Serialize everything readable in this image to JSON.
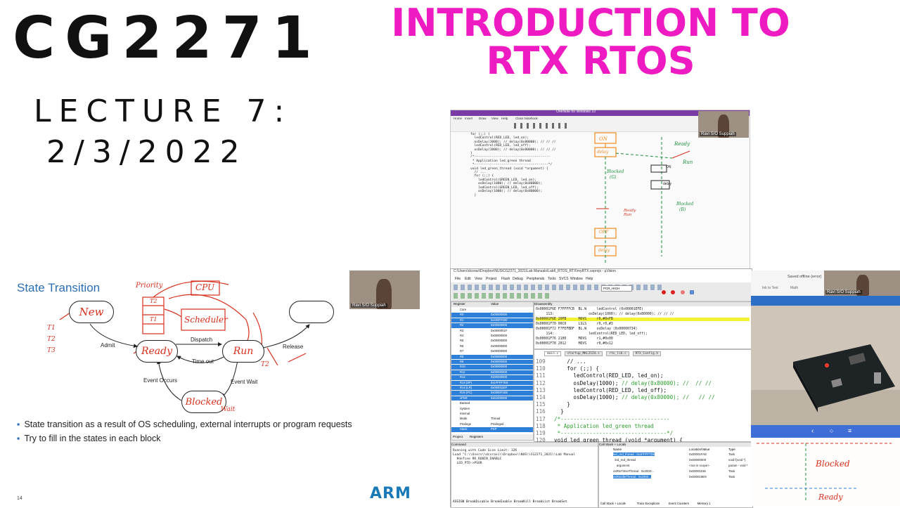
{
  "header": {
    "course": "CG2271",
    "lecture": "LECTURE 7:",
    "date": "2/3/2022",
    "title_line1": "INTRODUCTION TO",
    "title_line2": "RTX RTOS"
  },
  "slide": {
    "title": "State Transition",
    "states": {
      "new": "New",
      "ready": "Ready",
      "run": "Run",
      "blocked": "Blocked"
    },
    "transitions": {
      "admit": "Admit",
      "dispatch": "Dispatch",
      "time_out": "Time out",
      "release": "Release",
      "event_occurs": "Event Occurs",
      "event_wait": "Event Wait"
    },
    "annotations": {
      "priority": "Priority",
      "cpu": "CPU",
      "scheduler": "Scheduler",
      "t1": "T1",
      "t2": "T2",
      "t3": "T3",
      "wait": "Wait"
    },
    "bullets": [
      "State transition as a result of OS scheduling, external interrupts or program requests",
      "Try to fill in the states in each block"
    ],
    "page_number": "14",
    "logo": "ARM"
  },
  "videos": {
    "slide_cam_label": "Ravi S/O Suppiah",
    "onenote_cam_label": "Ravi S/O Suppiah",
    "phone_cam_label": "Ravi S/O Suppiah"
  },
  "onenote": {
    "window_title": "OneNote for Windows 10",
    "tabs": [
      "Home",
      "Insert",
      "Draw",
      "View",
      "Help",
      "Class Notebook"
    ],
    "sketch": {
      "on": "ON",
      "delay": "delay",
      "ready": "Ready",
      "run": "Run",
      "blocked": "Blocked",
      "blocked_tag": "(G)",
      "blocked_tag2": "(R)",
      "off": "OFF",
      "ready_run": "Ready Run"
    },
    "code": [
      "for (;;) {",
      "  ledControl(RED_LED, led_on);",
      "  osDelay(1000); // delay(0x80000); // // //",
      "  ledControl(RED_LED, led_off);",
      "  osDelay(1000); // delay(0x80000); // // //",
      "}",
      "",
      "/*---------------------------------------",
      " * Application led_green thread",
      " *--------------------------------------*/",
      "void led_green_thread (void *argument) {",
      "",
      "  // ...",
      "  for (;;) {",
      "    ledControl(GREEN_LED, led_on);",
      "    osDelay(1000); // delay(0x80000);",
      "    ledControl(GREEN_LED, led_off);",
      "    osDelay(1000); // delay(0x80000);",
      "  }"
    ]
  },
  "uvision": {
    "window_title": "C:\\Users\\dcsravi\\Dropbox\\NUS\\CG2271_2021\\Lab Manuals\\Lab6_RTOS_RTX\\myRTX.uvprojx - µVision",
    "menu": [
      "File",
      "Edit",
      "View",
      "Project",
      "Flash",
      "Debug",
      "Peripherals",
      "Tools",
      "SVCS",
      "Window",
      "Help"
    ],
    "target_field": "PCR_HIGH",
    "registers_header": [
      "Register",
      "Value"
    ],
    "registers": [
      {
        "name": "Core",
        "value": ""
      },
      {
        "name": "R0",
        "value": "0x00000000"
      },
      {
        "name": "R1",
        "value": "0x400FF000"
      },
      {
        "name": "R2",
        "value": "0x00000000"
      },
      {
        "name": "R3",
        "value": "0x0000001F"
      },
      {
        "name": "R4",
        "value": "0x00000000"
      },
      {
        "name": "R5",
        "value": "0x00000000"
      },
      {
        "name": "R6",
        "value": "0x00000000"
      },
      {
        "name": "R7",
        "value": "0x00000000"
      },
      {
        "name": "R8",
        "value": "0x00000000"
      },
      {
        "name": "R9",
        "value": "0x00000000"
      },
      {
        "name": "R10",
        "value": "0x00000000"
      },
      {
        "name": "R11",
        "value": "0x00000000"
      },
      {
        "name": "R12",
        "value": "0x00000000"
      },
      {
        "name": "R13 (SP)",
        "value": "0x1FFFF7E8"
      },
      {
        "name": "R14 (LR)",
        "value": "0x000011EF"
      },
      {
        "name": "R15 (PC)",
        "value": "0x0000F1EE"
      },
      {
        "name": "xPSR",
        "value": "0x61000000"
      },
      {
        "name": "Banked",
        "value": ""
      },
      {
        "name": "System",
        "value": ""
      },
      {
        "name": "Internal",
        "value": ""
      },
      {
        "name": "Mode",
        "value": "Thread"
      },
      {
        "name": "Privilege",
        "value": "Privileged"
      },
      {
        "name": "Stack",
        "value": "PSP"
      }
    ],
    "register_tabs": [
      "Project",
      "Registers"
    ],
    "disassembly_title": "Disassembly",
    "disassembly": [
      "0x00001F6E F7FFFFCB  BL.W     ledControl (0x00001EFE)",
      "     113:                 osDelay(1000); // delay(0x80000); // // //",
      "0x00001F6E 20FB      MOVS     r0,#0xFB",
      "0x00001F70 00C0      LSLS     r0,r0,#3",
      "0x00001F72 F7FEFBDF  BL.W     osDelay (0x00000734)",
      "     114:                 ledControl(RED_LED, led_off);",
      "0x00001F76 2100      MOVS     r1,#0x00",
      "0x00001F78 2012      MOVS     r0,#0x12"
    ],
    "editor_tabs": [
      "main.c",
      "startup_MKL25Z4.s",
      "rtx_lib.c",
      "RTX_Config.h"
    ],
    "editor": [
      {
        "ln": "109",
        "code": "    // ...",
        "comment": ""
      },
      {
        "ln": "110",
        "code": "    for (;;) {",
        "comment": ""
      },
      {
        "ln": "111",
        "code": "      ledControl(RED_LED, led_on);",
        "comment": ""
      },
      {
        "ln": "112",
        "code": "      osDelay(1000);",
        "comment": " // delay(0x80000); //  // //"
      },
      {
        "ln": "113",
        "code": "      ledControl(RED_LED, led_off);",
        "comment": ""
      },
      {
        "ln": "114",
        "code": "      osDelay(1000);",
        "comment": " // delay(0x80000); //   // //"
      },
      {
        "ln": "115",
        "code": "    }",
        "comment": ""
      },
      {
        "ln": "116",
        "code": "  }",
        "comment": ""
      },
      {
        "ln": "117",
        "code": "",
        "comment": "/*----------------------------------"
      },
      {
        "ln": "118",
        "code": "",
        "comment": " * Application led_green thread"
      },
      {
        "ln": "119",
        "code": "",
        "comment": " *---------------------------------*/"
      },
      {
        "ln": "120",
        "code": "void led_green_thread (void *argument) {",
        "comment": ""
      }
    ],
    "command_title": "Command",
    "command": [
      "Running with Code Size Limit: 32K",
      "Load \"C:\\\\Users\\\\dcsravi\\\\Dropbox\\\\NUS\\\\CG2271_2021\\\\Lab Manual",
      "  #define RR_ROBIN_ENABLE",
      "  LED_PTD->PSOR"
    ],
    "command_footer": "ASSIGN BreakDisable BreakEnable BreakKill BreakList BreakSet",
    "callstack_title": "Call Stack + Locals",
    "callstack_headers": [
      "Name",
      "Location/Value",
      "Type"
    ],
    "callstack": [
      {
        "name": "led_red_thread : 0x1FFFF7D0",
        "loc": "0x00001FAE",
        "type": "Task",
        "sel": true
      },
      {
        "name": "  led_red_thread",
        "loc": "0x00000000",
        "type": "void f(void *)",
        "sel": false
      },
      {
        "name": "    argument",
        "loc": "<not in scope>",
        "type": "param - void *",
        "sel": false
      },
      {
        "name": "osRtxTimerThread : 0x2000...",
        "loc": "0x00001155",
        "type": "Task",
        "sel": false
      },
      {
        "name": "osRtxIdleThread : 0x2000...",
        "loc": "0x000019E9",
        "type": "Task",
        "sel": true
      }
    ],
    "callstack_tabs": [
      "Call Stack + Locals",
      "Trace Exceptions",
      "Event Counters",
      "Memory 1"
    ]
  },
  "phone": {
    "status": "Saved offline (error)",
    "app_items": [
      "Ink to Text",
      "Math"
    ],
    "note_words": [
      "Blocked",
      "Ready"
    ]
  },
  "colors": {
    "title_pink": "#ee1bc2",
    "slide_blue": "#2a6fb5",
    "ink_red": "#d9301e",
    "ink_orange": "#f08a1c",
    "ink_green": "#1a8f3a",
    "select_blue": "#2d7fd7",
    "highlight_yellow": "#f3f334"
  }
}
